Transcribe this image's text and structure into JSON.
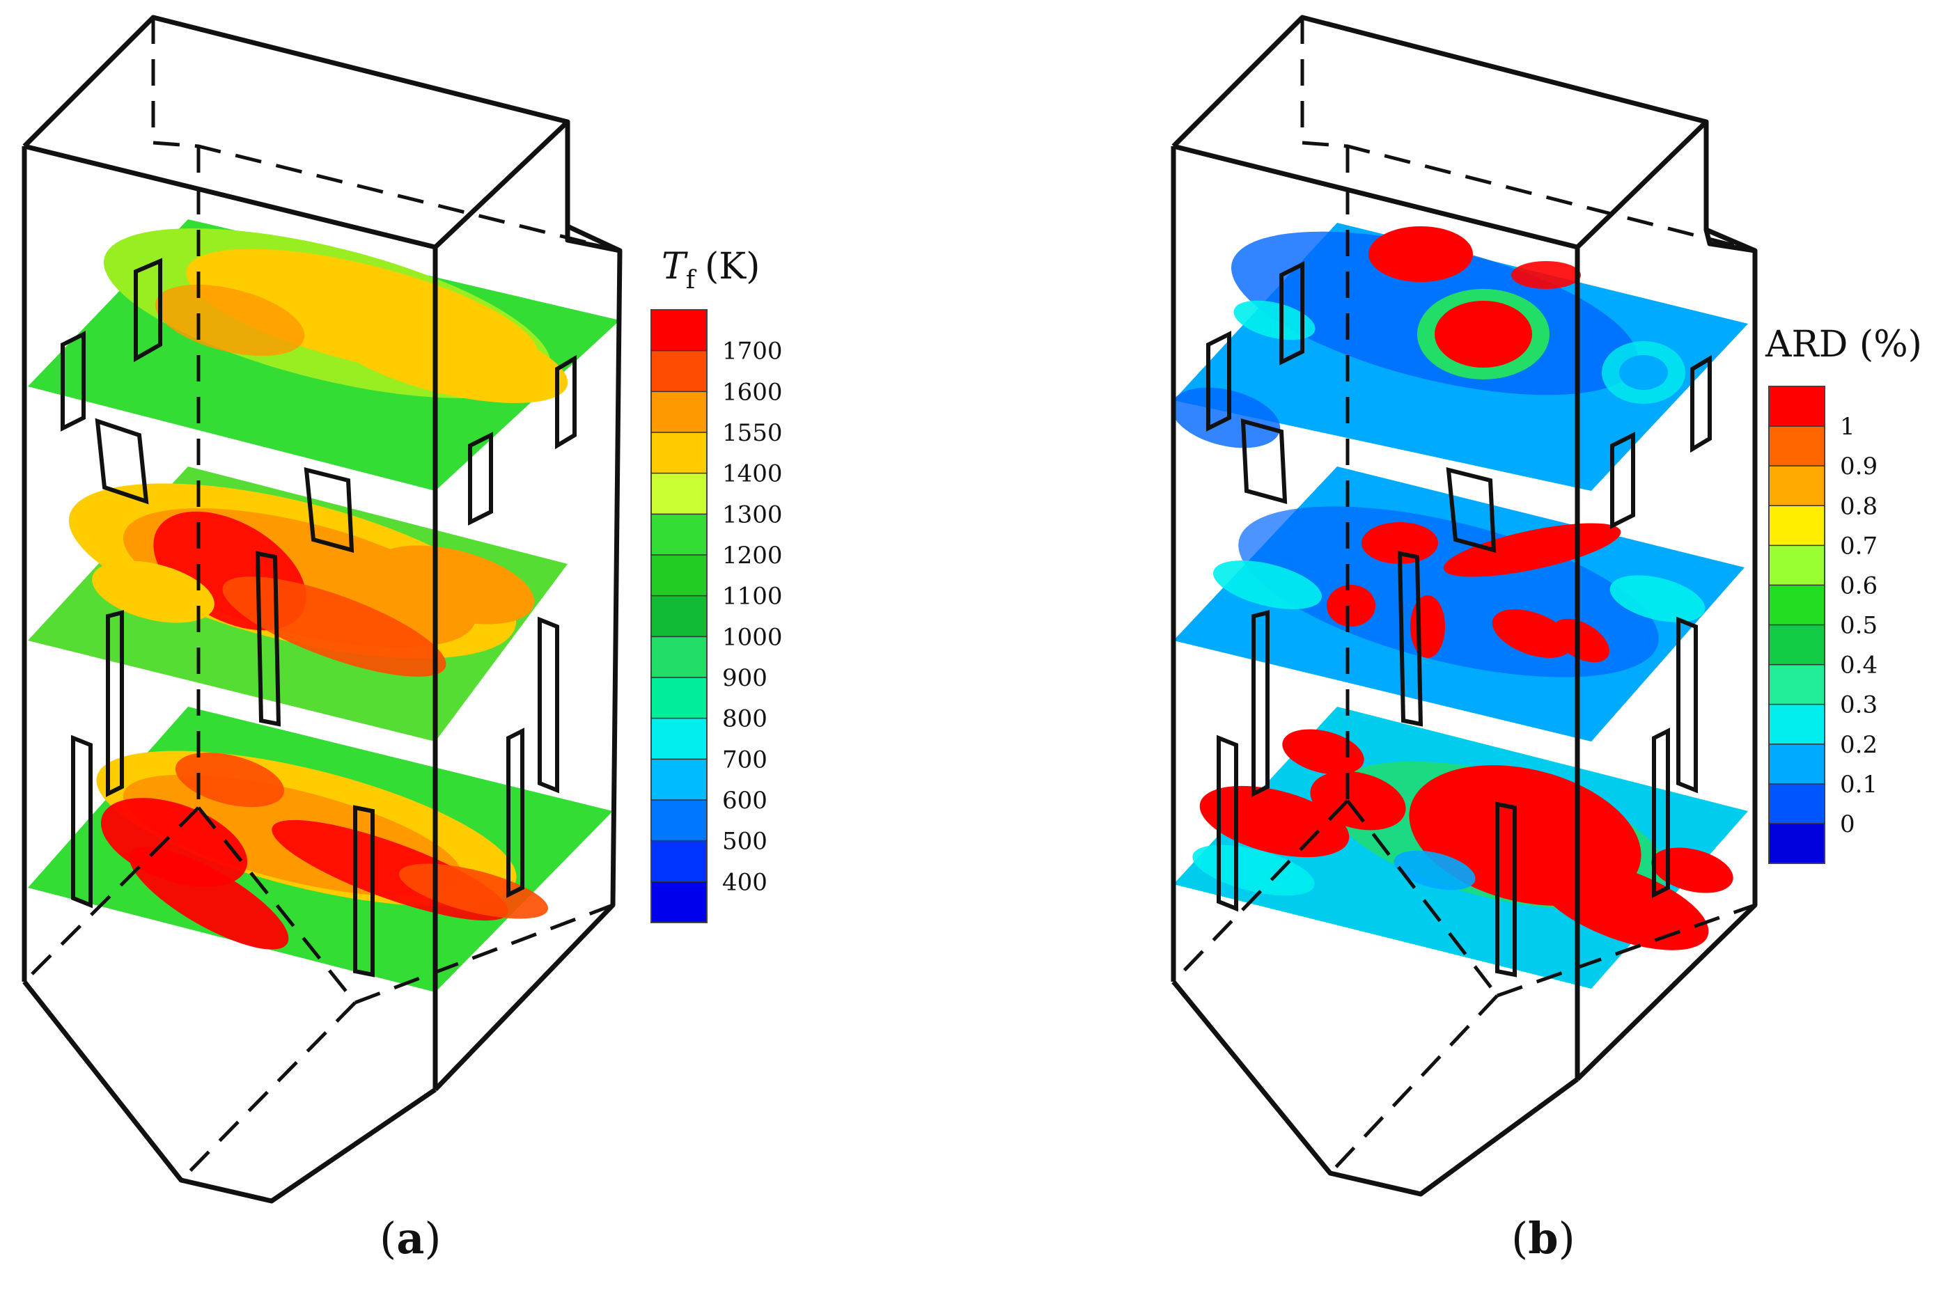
{
  "figure": {
    "panels": [
      {
        "id": "a",
        "label_open": "(",
        "label_letter": "a",
        "label_close": ")",
        "colorbar": {
          "symbol": "T",
          "subscript": "f",
          "unit": "(K)",
          "ticks": [
            "1700",
            "1600",
            "1550",
            "1400",
            "1300",
            "1200",
            "1100",
            "1000",
            "900",
            "800",
            "700",
            "600",
            "500",
            "400"
          ],
          "colors": [
            "#ff0000",
            "#ff4d00",
            "#ff9900",
            "#ffcc00",
            "#ccff33",
            "#33dd33",
            "#22cc22",
            "#11bb33",
            "#22dd66",
            "#00ee99",
            "#00eeee",
            "#00bbff",
            "#0077ff",
            "#0033ff",
            "#0000ee"
          ]
        },
        "slice_palette": [
          "#33dd33",
          "#99ee22",
          "#ffcc00",
          "#ff9900",
          "#ff4d00",
          "#ff0000"
        ]
      },
      {
        "id": "b",
        "label_open": "(",
        "label_letter": "b",
        "label_close": ")",
        "colorbar": {
          "title": "ARD (%)",
          "ticks": [
            "1",
            "0.9",
            "0.8",
            "0.7",
            "0.6",
            "0.5",
            "0.4",
            "0.3",
            "0.2",
            "0.1",
            "0"
          ],
          "colors": [
            "#ff0000",
            "#ff6600",
            "#ffaa00",
            "#ffee00",
            "#99ff33",
            "#22dd22",
            "#11cc44",
            "#22ee99",
            "#00eeee",
            "#00aaff",
            "#0055ff",
            "#0000dd"
          ]
        },
        "slice_palette": [
          "#0066ff",
          "#00aaff",
          "#00eeee",
          "#22dd66",
          "#ff0000"
        ]
      }
    ]
  }
}
